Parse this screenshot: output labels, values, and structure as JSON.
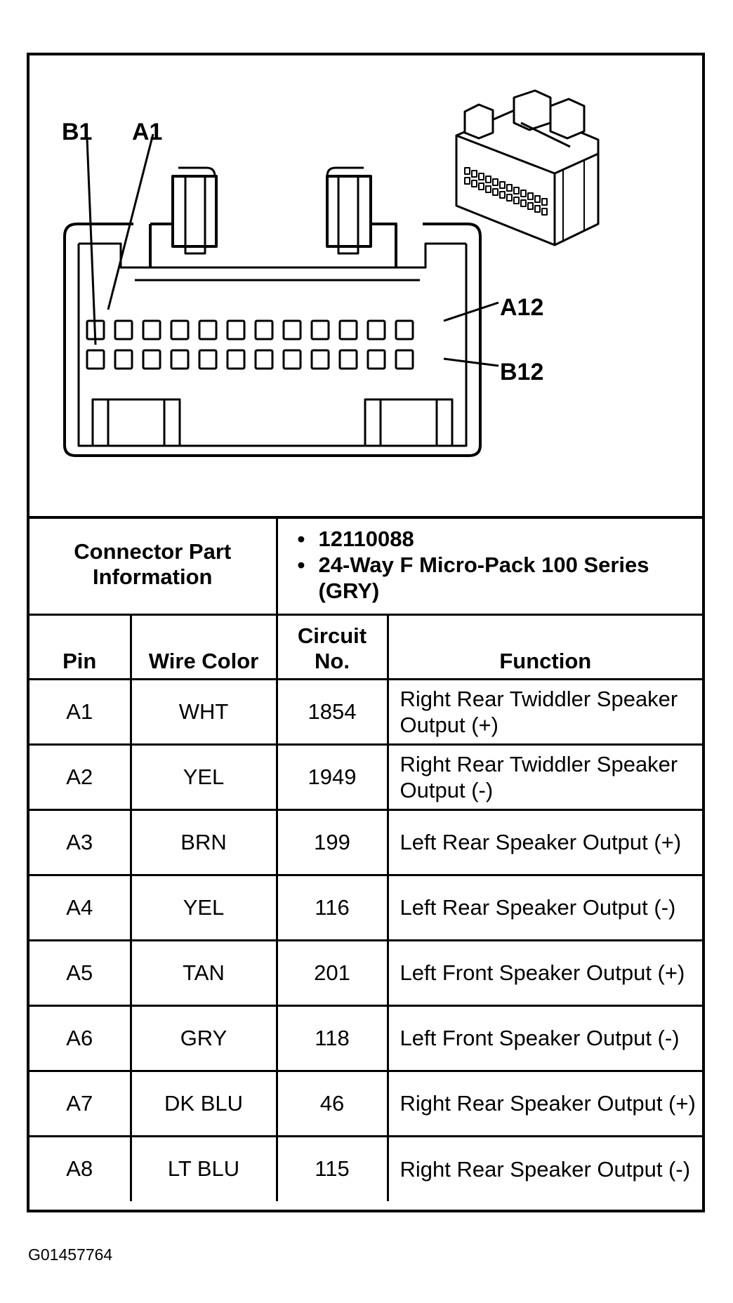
{
  "diagram": {
    "pin_labels": {
      "b1": "B1",
      "a1": "A1",
      "a12": "A12",
      "b12": "B12"
    },
    "pins_per_row": 12
  },
  "connector_info": {
    "label": "Connector Part Information",
    "items": [
      "12110088",
      "24-Way F Micro-Pack 100 Series (GRY)"
    ]
  },
  "table": {
    "headers": {
      "pin": "Pin",
      "wire_color": "Wire Color",
      "circuit_no": "Circuit No.",
      "function": "Function"
    },
    "rows": [
      {
        "pin": "A1",
        "wire_color": "WHT",
        "circuit": "1854",
        "function": "Right Rear Twiddler Speaker Output (+)"
      },
      {
        "pin": "A2",
        "wire_color": "YEL",
        "circuit": "1949",
        "function": "Right Rear Twiddler Speaker Output (-)"
      },
      {
        "pin": "A3",
        "wire_color": "BRN",
        "circuit": "199",
        "function": "Left Rear Speaker Output (+)"
      },
      {
        "pin": "A4",
        "wire_color": "YEL",
        "circuit": "116",
        "function": "Left Rear Speaker Output (-)"
      },
      {
        "pin": "A5",
        "wire_color": "TAN",
        "circuit": "201",
        "function": "Left Front Speaker Output (+)"
      },
      {
        "pin": "A6",
        "wire_color": "GRY",
        "circuit": "118",
        "function": "Left Front Speaker Output (-)"
      },
      {
        "pin": "A7",
        "wire_color": "DK BLU",
        "circuit": "46",
        "function": "Right Rear Speaker Output (+)"
      },
      {
        "pin": "A8",
        "wire_color": "LT BLU",
        "circuit": "115",
        "function": "Right Rear Speaker Output (-)"
      }
    ]
  },
  "footer": {
    "code": "G01457764"
  }
}
